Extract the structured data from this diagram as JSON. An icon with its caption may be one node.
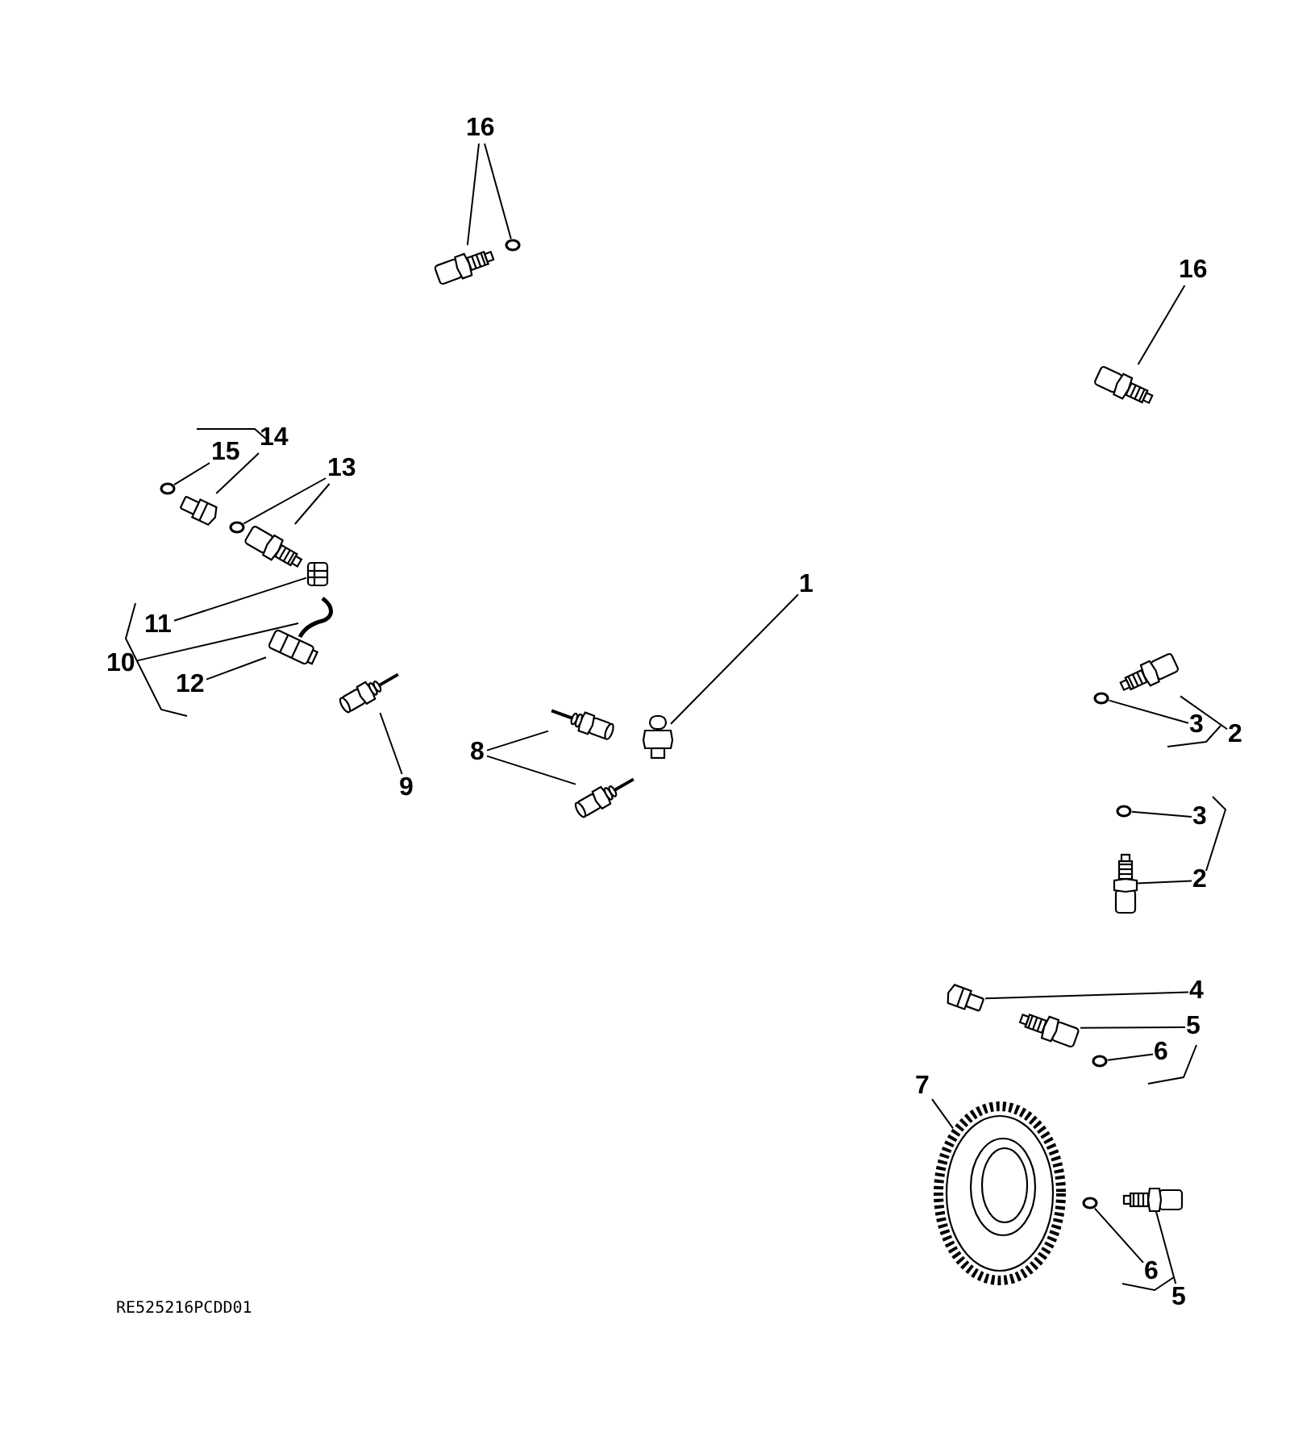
{
  "diagram": {
    "nodes": [
      {
        "text": [
          "16"
        ]
      },
      {
        "text": [],
        "shape": "picture"
      },
      {
        "text": [],
        "shape": "circle"
      },
      {
        "text": [
          "16"
        ]
      },
      {
        "text": [],
        "shape": "picture"
      },
      {
        "text": [
          "14"
        ]
      },
      {
        "text": [
          "15"
        ]
      },
      {
        "text": [],
        "shape": "circle"
      },
      {
        "text": [],
        "shape": "picture"
      },
      {
        "text": [
          "13"
        ]
      },
      {
        "text": [],
        "shape": "circle"
      },
      {
        "text": [],
        "shape": "picture"
      },
      {
        "text": [
          "1"
        ]
      },
      {
        "text": [
          "11"
        ]
      },
      {
        "text": [],
        "shape": "picture"
      },
      {
        "text": [
          "10"
        ]
      },
      {
        "text": [],
        "shape": "picture"
      },
      {
        "text": [
          "12"
        ]
      },
      {
        "text": [],
        "shape": "picture"
      },
      {
        "text": [],
        "shape": "picture"
      },
      {
        "text": [],
        "shape": "picture"
      },
      {
        "text": [],
        "shape": "picture"
      },
      {
        "text": [
          "2"
        ]
      },
      {
        "text": [
          "3"
        ]
      },
      {
        "text": [],
        "shape": "circle"
      },
      {
        "text": [],
        "shape": "picture"
      },
      {
        "text": [
          "8"
        ]
      },
      {
        "text": [
          "9"
        ]
      },
      {
        "text": [],
        "shape": "picture"
      },
      {
        "text": [
          "3"
        ]
      },
      {
        "text": [],
        "shape": "circle"
      },
      {
        "text": [
          "2"
        ]
      },
      {
        "text": [],
        "shape": "picture"
      },
      {
        "text": [
          "4"
        ]
      },
      {
        "text": [],
        "shape": "picture"
      },
      {
        "text": [
          "5"
        ]
      },
      {
        "text": [],
        "shape": "picture"
      },
      {
        "text": [
          "6"
        ]
      },
      {
        "text": [],
        "shape": "circle"
      },
      {
        "text": [
          "7"
        ]
      },
      {
        "text": [],
        "shape": "picture"
      },
      {
        "text": [],
        "shape": "circle"
      },
      {
        "text": [],
        "shape": "picture"
      },
      {
        "text": [
          "6"
        ]
      },
      {
        "text": [
          "5"
        ]
      }
    ],
    "edges": [
      {
        "from": 0,
        "to": 1,
        "arrow": "none"
      },
      {
        "from": 0,
        "to": 2,
        "arrow": "none"
      },
      {
        "from": 3,
        "to": 4,
        "arrow": "none"
      },
      {
        "from": 5,
        "to": 8,
        "arrow": "none"
      },
      {
        "from": 6,
        "to": 7,
        "arrow": "none"
      },
      {
        "from": 9,
        "to": 10,
        "arrow": "none"
      },
      {
        "from": 9,
        "to": 11,
        "arrow": "none"
      },
      {
        "from": 12,
        "to": 21,
        "arrow": "none"
      },
      {
        "from": 13,
        "to": 14,
        "arrow": "none"
      },
      {
        "from": 15,
        "to": 16,
        "arrow": "none"
      },
      {
        "from": 17,
        "to": 18,
        "arrow": "none"
      },
      {
        "from": 27,
        "to": 19,
        "arrow": "none"
      },
      {
        "from": 26,
        "to": 20,
        "arrow": "none"
      },
      {
        "from": 26,
        "to": 28,
        "arrow": "none"
      },
      {
        "from": 23,
        "to": 24,
        "arrow": "none"
      },
      {
        "from": 22,
        "to": 25,
        "arrow": "none"
      },
      {
        "from": 29,
        "to": 30,
        "arrow": "none"
      },
      {
        "from": 31,
        "to": 32,
        "arrow": "none"
      },
      {
        "from": 33,
        "to": 34,
        "arrow": "none"
      },
      {
        "from": 35,
        "to": 36,
        "arrow": "none"
      },
      {
        "from": 37,
        "to": 38,
        "arrow": "none"
      },
      {
        "from": 39,
        "to": 40,
        "arrow": "none"
      },
      {
        "from": 43,
        "to": 41,
        "arrow": "none"
      },
      {
        "from": 44,
        "to": 42,
        "arrow": "none"
      }
    ],
    "labels": [
      "RE525216PCDD01"
    ]
  }
}
